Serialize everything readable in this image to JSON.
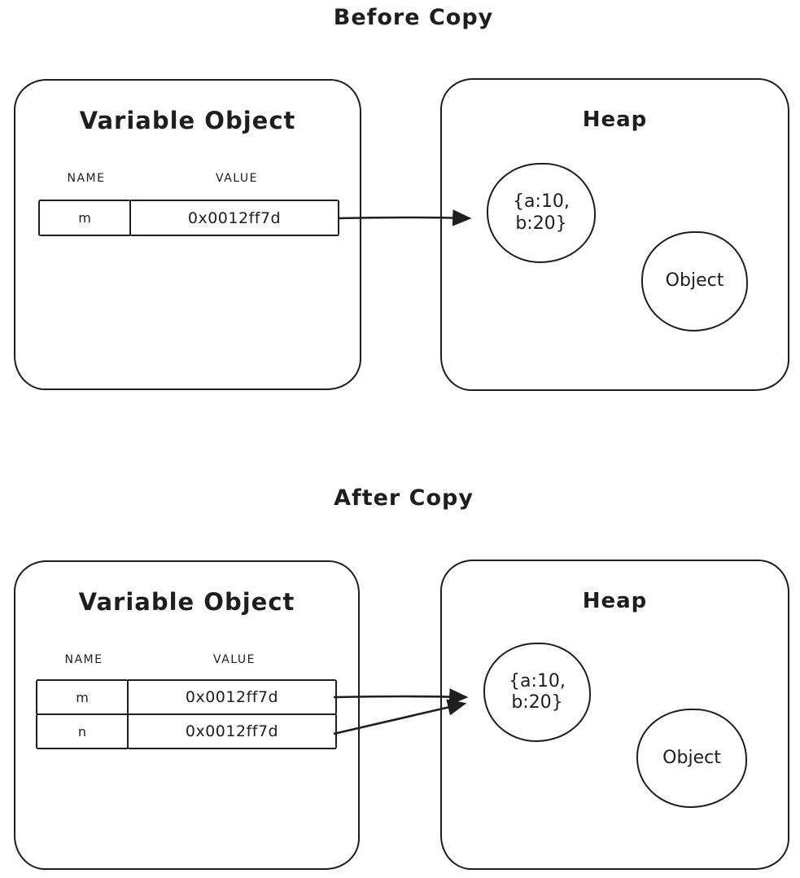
{
  "colors": {
    "stroke": "#1e1e1e",
    "background": "#ffffff"
  },
  "sections": [
    {
      "title": "Before Copy",
      "variable_object": {
        "title": "Variable Object",
        "columns": [
          "NAME",
          "VALUE"
        ],
        "rows": [
          {
            "name": "m",
            "value": "0x0012ff7d"
          }
        ]
      },
      "heap": {
        "title": "Heap",
        "nodes": [
          {
            "label_line1": "{a:10,",
            "label_line2": "b:20}"
          },
          {
            "label": "Object"
          }
        ]
      }
    },
    {
      "title": "After Copy",
      "variable_object": {
        "title": "Variable Object",
        "columns": [
          "NAME",
          "VALUE"
        ],
        "rows": [
          {
            "name": "m",
            "value": "0x0012ff7d"
          },
          {
            "name": "n",
            "value": "0x0012ff7d"
          }
        ]
      },
      "heap": {
        "title": "Heap",
        "nodes": [
          {
            "label_line1": "{a:10,",
            "label_line2": "b:20}"
          },
          {
            "label": "Object"
          }
        ]
      }
    }
  ]
}
